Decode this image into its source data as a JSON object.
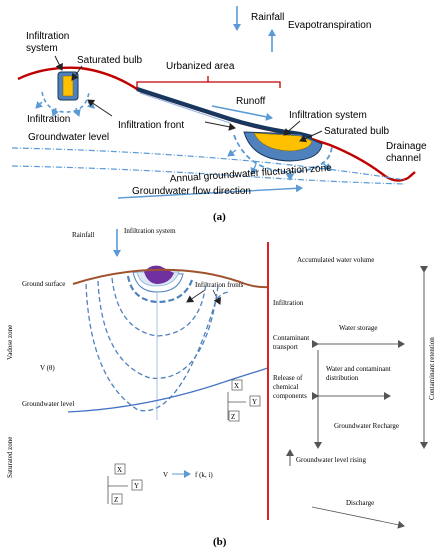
{
  "panel_a": {
    "rainfall": "Rainfall",
    "evapotranspiration": "Evapotranspiration",
    "infiltration_system_left_line1": "Infiltration",
    "infiltration_system_left_line2": "system",
    "saturated_bulb_left": "Saturated bulb",
    "urbanized_area": "Urbanized area",
    "runoff": "Runoff",
    "infiltration_left": "Infiltration",
    "infiltration_front": "Infiltration front",
    "infiltration_system_right": "Infiltration system",
    "saturated_bulb_right": "Saturated bulb",
    "groundwater_level": "Groundwater level",
    "fluctuation_zone": "Annual groundwater fluctuation zone",
    "drainage_channel_line1": "Drainage",
    "drainage_channel_line2": "channel",
    "flow_direction": "Groundwater flow direction",
    "caption": "(a)"
  },
  "panel_b": {
    "rainfall": "Rainfall",
    "infiltration_system": "Infiltration system",
    "infiltration_fronts": "Infiltration fronts",
    "ground_surface": "Ground surface",
    "vadose_zone": "Vadose zone",
    "saturated_zone": "Saturated zone",
    "v_theta": "V (θ)",
    "groundwater_level": "Groundwater level",
    "v_f": "V",
    "f_ki": "f (k, i)",
    "axis_x": "X",
    "axis_y": "Y",
    "axis_z": "Z",
    "accumulated_water_volume": "Accumulated water volume",
    "infiltration": "Infiltration",
    "contaminant_transport_line1": "Contaminant",
    "contaminant_transport_line2": "transport",
    "water_storage": "Water storage",
    "release_line1": "Release of",
    "release_line2": "chemical",
    "release_line3": "components",
    "water_contaminant_line1": "Water and contaminant",
    "water_contaminant_line2": "distribution",
    "groundwater_recharge": "Groundwater  Recharge",
    "groundwater_level_rising": "Groundwater level rising",
    "contaminant_retention": "Contaminant retention",
    "discharge": "Discharge",
    "caption": "(b)"
  },
  "colors": {
    "arrow_blue": "#5b9bd5",
    "ground_red": "#c00000",
    "pavement": "#17375e",
    "bulb_yellow": "#ffc000",
    "system_blue": "#4f81bd",
    "purple": "#7030a0",
    "brown": "#a0522d",
    "vertical_red": "#e02020"
  }
}
